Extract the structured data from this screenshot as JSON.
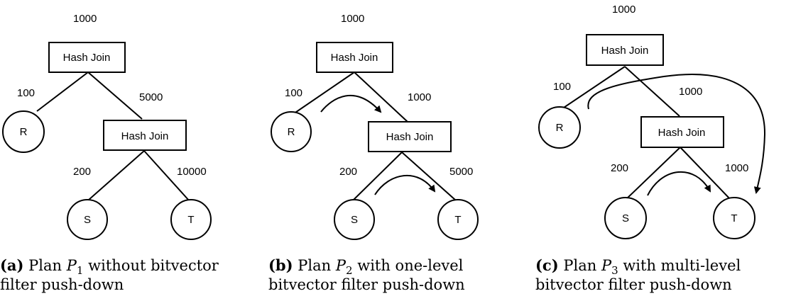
{
  "panels": [
    {
      "top_label": "1000",
      "join_top": "Hash Join",
      "edge_left": "100",
      "edge_right": "5000",
      "leaf_r": "R",
      "join_mid": "Hash Join",
      "edge_s": "200",
      "edge_t": "10000",
      "leaf_s": "S",
      "leaf_t": "T",
      "caption": {
        "tag": "(a)",
        "pre": "Plan",
        "var": "P",
        "sub": "1",
        "line1_rest": "without bitvector",
        "line2": "filter push-down"
      }
    },
    {
      "top_label": "1000",
      "join_top": "Hash Join",
      "edge_left": "100",
      "edge_right": "1000",
      "leaf_r": "R",
      "join_mid": "Hash Join",
      "edge_s": "200",
      "edge_t": "5000",
      "leaf_s": "S",
      "leaf_t": "T",
      "caption": {
        "tag": "(b)",
        "pre": "Plan",
        "var": "P",
        "sub": "2",
        "line1_rest": "with one-level",
        "line2": "bitvector filter push-down"
      }
    },
    {
      "top_label": "1000",
      "join_top": "Hash Join",
      "edge_left": "100",
      "edge_right": "1000",
      "leaf_r": "R",
      "join_mid": "Hash Join",
      "edge_s": "200",
      "edge_t": "1000",
      "leaf_s": "S",
      "leaf_t": "T",
      "caption": {
        "tag": "(c)",
        "pre": "Plan",
        "var": "P",
        "sub": "3",
        "line1_rest": "with multi-level",
        "line2": "bitvector filter push-down"
      }
    }
  ]
}
